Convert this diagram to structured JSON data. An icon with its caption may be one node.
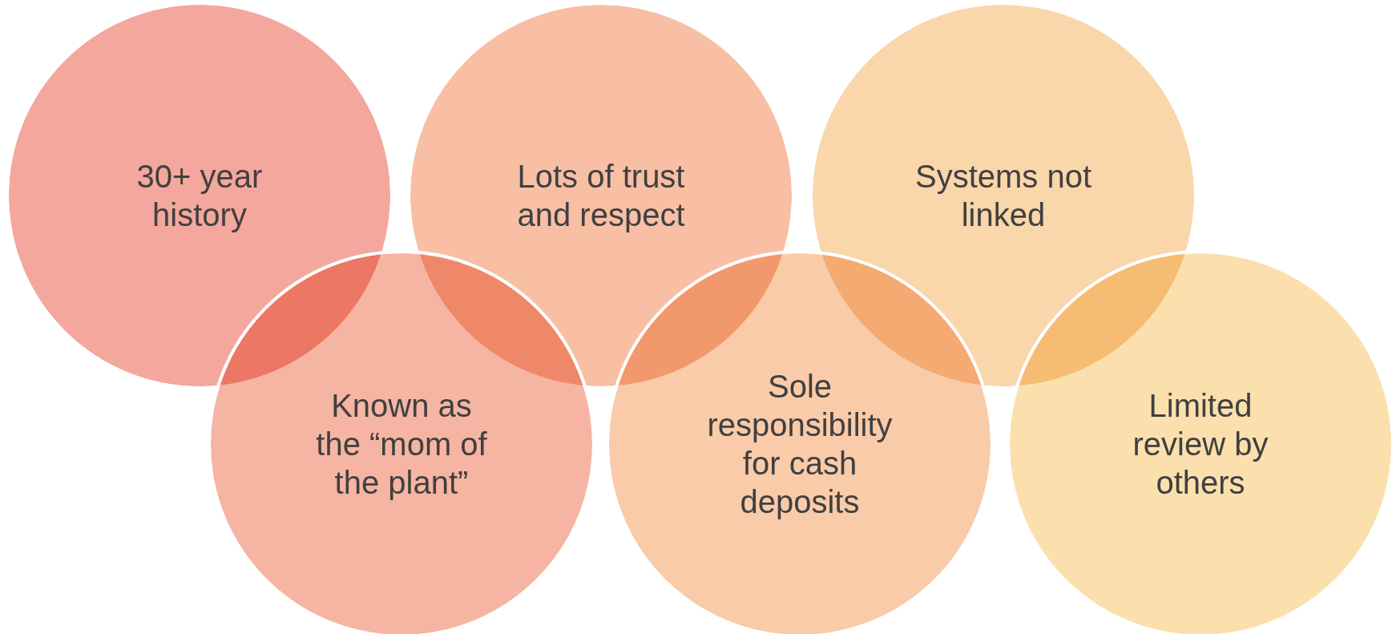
{
  "diagram": {
    "nodes": [
      {
        "text": [
          "30+ year history"
        ]
      },
      {
        "text": [
          "Lots of trust and respect"
        ]
      },
      {
        "text": [
          "Systems not linked"
        ]
      },
      {
        "text": [
          "Known as the “mom of the plant”"
        ]
      },
      {
        "text": [
          "Sole responsibility for cash deposits"
        ]
      },
      {
        "text": [
          "Limited review by others"
        ]
      }
    ]
  }
}
